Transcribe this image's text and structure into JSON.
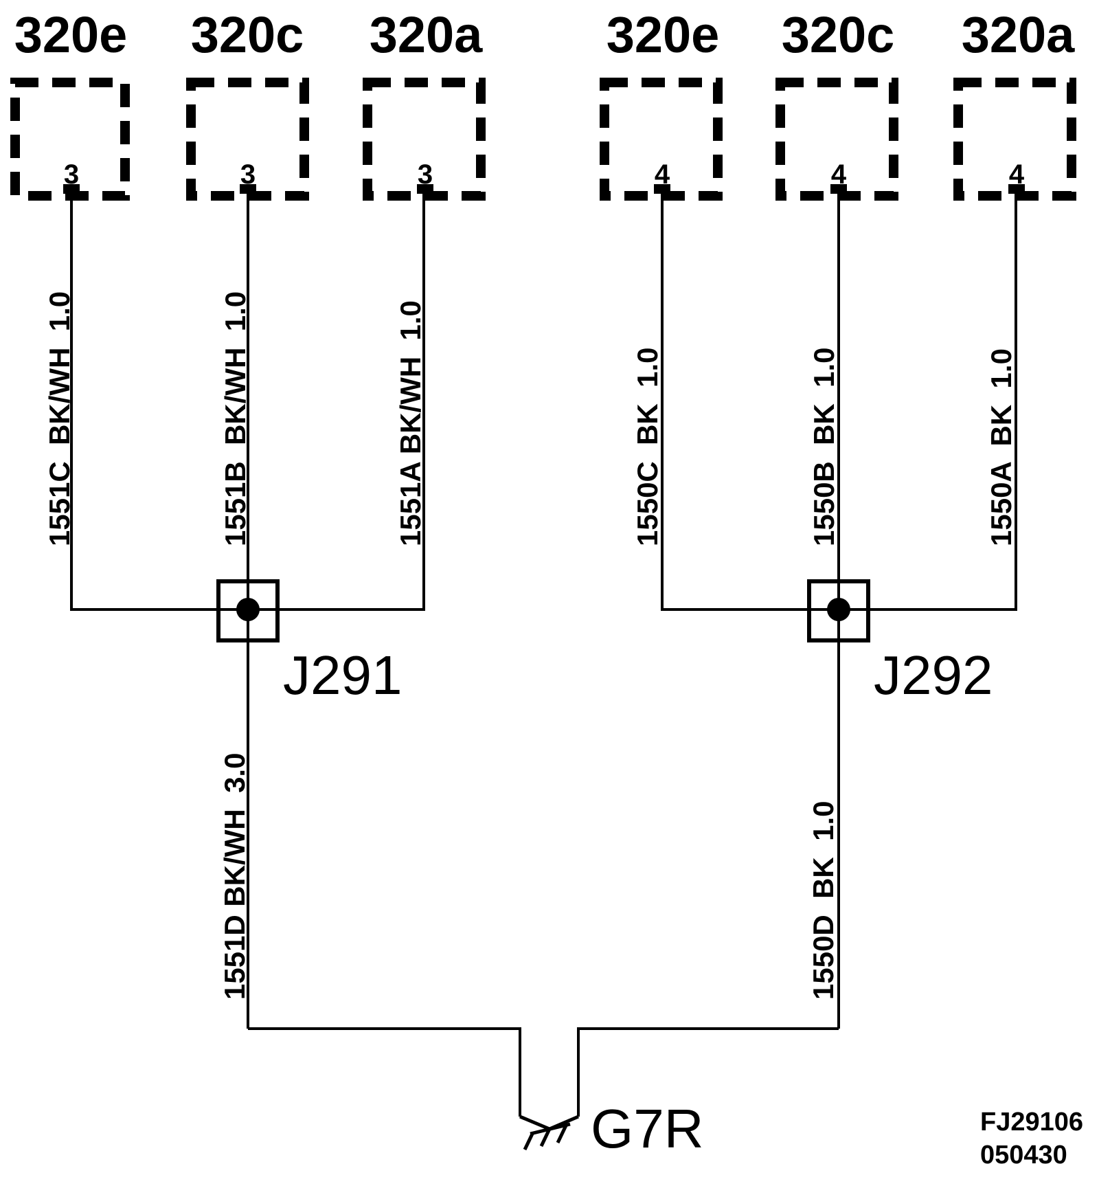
{
  "connectors_left": [
    {
      "name": "320e",
      "pin": "3",
      "wire": "1551C  BK/WH  1.0"
    },
    {
      "name": "320c",
      "pin": "3",
      "wire": "1551B  BK/WH  1.0"
    },
    {
      "name": "320a",
      "pin": "3",
      "wire": "1551A BK/WH  1.0"
    }
  ],
  "connectors_right": [
    {
      "name": "320e",
      "pin": "4",
      "wire": "1550C  BK  1.0"
    },
    {
      "name": "320c",
      "pin": "4",
      "wire": "1550B  BK  1.0"
    },
    {
      "name": "320a",
      "pin": "4",
      "wire": "1550A  BK  1.0"
    }
  ],
  "junctions": {
    "left": "J291",
    "right": "J292"
  },
  "trunk_wires": {
    "left": "1551D BK/WH  3.0",
    "right": "1550D  BK  1.0"
  },
  "ground": "G7R",
  "figure_ref": {
    "line1": "FJ29106",
    "line2": "050430"
  }
}
